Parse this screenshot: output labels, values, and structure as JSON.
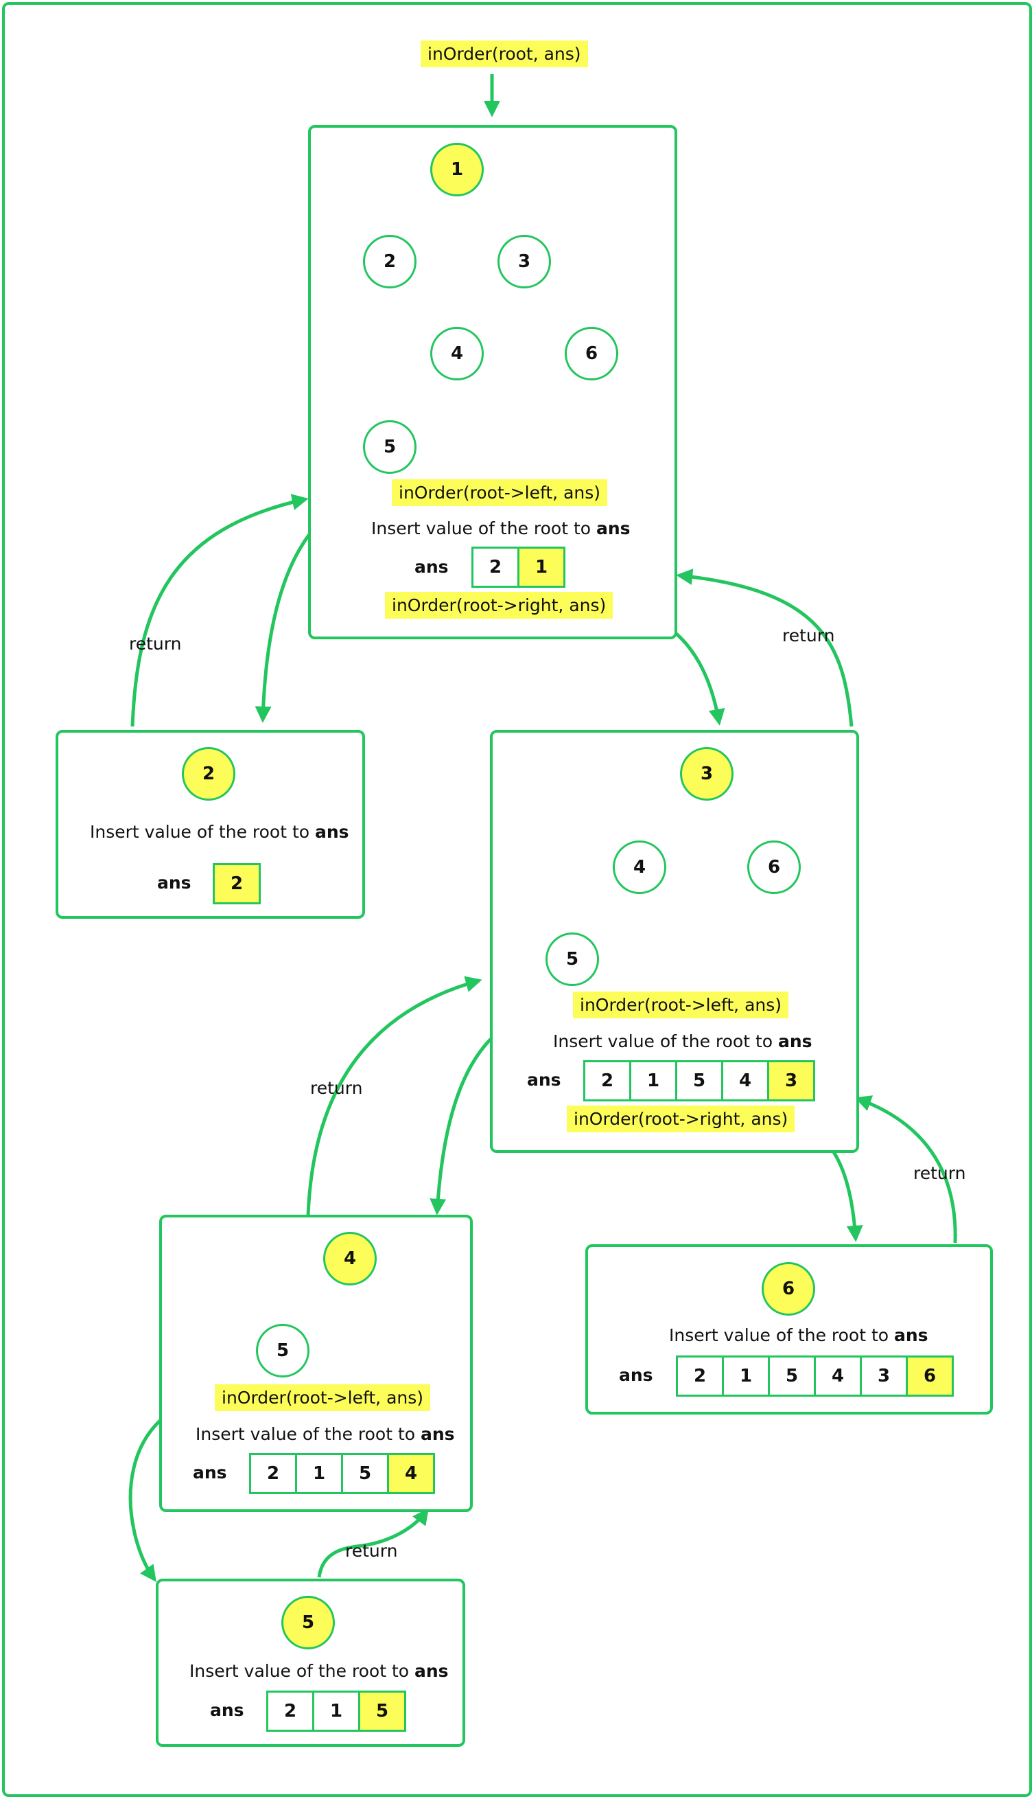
{
  "root_call": "inOrder(root, ans)",
  "return_label": "return",
  "insert_text": "Insert value of the root to ",
  "ans_word": "ans",
  "ans_label": "ans",
  "calls": {
    "left": "inOrder(root->left, ans)",
    "right": "inOrder(root->right, ans)"
  },
  "colors": {
    "accent": "#22c55e",
    "highlight": "#fdfd5a"
  },
  "frames": [
    {
      "name": "frame-root-1",
      "nodes": [
        {
          "value": "1",
          "highlight": true
        },
        {
          "value": "2"
        },
        {
          "value": "3"
        },
        {
          "value": "4"
        },
        {
          "value": "6"
        },
        {
          "value": "5"
        }
      ],
      "has_left_call": true,
      "has_right_call": true,
      "ans": [
        "2",
        "1"
      ]
    },
    {
      "name": "frame-node-2",
      "nodes": [
        {
          "value": "2",
          "highlight": true
        }
      ],
      "ans": [
        "2"
      ]
    },
    {
      "name": "frame-node-3",
      "nodes": [
        {
          "value": "3",
          "highlight": true
        },
        {
          "value": "4"
        },
        {
          "value": "6"
        },
        {
          "value": "5"
        }
      ],
      "has_left_call": true,
      "has_right_call": true,
      "ans": [
        "2",
        "1",
        "5",
        "4",
        "3"
      ]
    },
    {
      "name": "frame-node-4",
      "nodes": [
        {
          "value": "4",
          "highlight": true
        },
        {
          "value": "5"
        }
      ],
      "has_left_call": true,
      "ans": [
        "2",
        "1",
        "5",
        "4"
      ]
    },
    {
      "name": "frame-node-6",
      "nodes": [
        {
          "value": "6",
          "highlight": true
        }
      ],
      "ans": [
        "2",
        "1",
        "5",
        "4",
        "3",
        "6"
      ]
    },
    {
      "name": "frame-node-5",
      "nodes": [
        {
          "value": "5",
          "highlight": true
        }
      ],
      "ans": [
        "2",
        "1",
        "5"
      ]
    }
  ]
}
